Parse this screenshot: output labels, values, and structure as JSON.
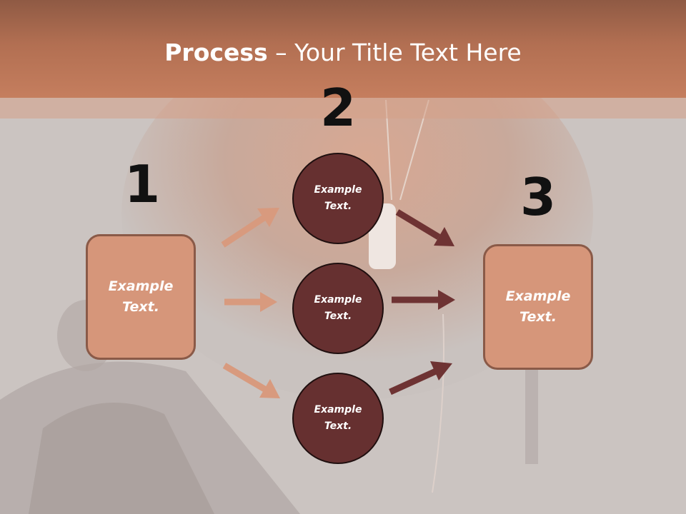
{
  "slide": {
    "title_bold": "Process",
    "title_rest": " – Your Title Text Here",
    "colors": {
      "title_band": "#b26f52",
      "box_fill": "#d6967a",
      "circle_fill": "#663030",
      "arrow_light": "#d89a7e",
      "arrow_dark": "#6e3333"
    }
  },
  "steps": {
    "left": {
      "number": "1",
      "label": "Example Text."
    },
    "middle": {
      "number": "2",
      "items": [
        {
          "label": "Example Text."
        },
        {
          "label": "Example Text."
        },
        {
          "label": "Example Text."
        }
      ]
    },
    "right": {
      "number": "3",
      "label": "Example Text."
    }
  }
}
